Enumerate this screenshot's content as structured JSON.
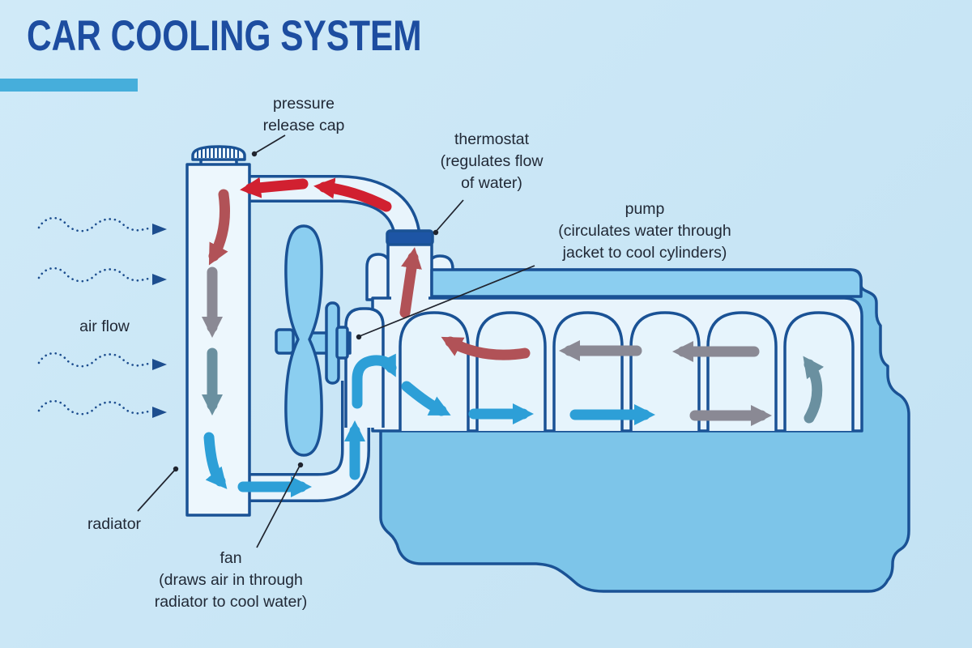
{
  "title": "CAR COOLING SYSTEM",
  "labels": {
    "pressure_cap": "pressure\nrelease cap",
    "thermostat": "thermostat\n(regulates flow\nof water)",
    "pump": "pump\n(circulates water through\njacket to cool cylinders)",
    "air_flow": "air flow",
    "radiator": "radiator",
    "fan": "fan\n(draws air in through\nradiator to cool water)"
  },
  "colors": {
    "bg1": "#d0eaf8",
    "bg2": "#c3e2f3",
    "title": "#1d4da0",
    "bar": "#46aedb",
    "outline": "#1a5295",
    "light": "#e8f4fc",
    "light2": "#e6f4fc",
    "radiator_fill": "#edf7fd",
    "medium": "#8bcef0",
    "block": "#7dc5e9",
    "band_dark": "#1d55a5",
    "red": "#d12030",
    "maroon": "#b15257",
    "gray": "#8a8994",
    "slate": "#6a90a0",
    "blue": "#2d9fd7",
    "navy": "#1d4e8f",
    "leader": "#20242e",
    "text": "#212936"
  }
}
